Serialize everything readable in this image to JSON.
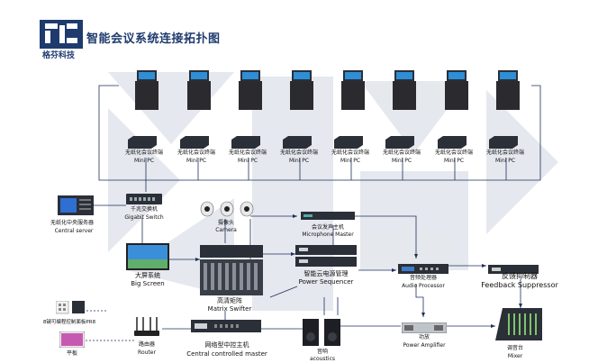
{
  "header": {
    "title": "智能会议系统连接拓扑图",
    "brand": "格芬科技"
  },
  "colors": {
    "brand": "#1f3b6e",
    "line": "#1e2f5c",
    "watermark": "#d9dde6"
  },
  "terminals": [
    {
      "cn": "无纸化会议终端",
      "en": "Mini PC"
    },
    {
      "cn": "无纸化会议终端",
      "en": "Mini PC"
    },
    {
      "cn": "无纸化会议终端",
      "en": "Mini PC"
    },
    {
      "cn": "无纸化会议终端",
      "en": "Mini PC"
    },
    {
      "cn": "无纸化会议终端",
      "en": "Mini PC"
    },
    {
      "cn": "无纸化会议终端",
      "en": "Mini PC"
    },
    {
      "cn": "无纸化会议终端",
      "en": "Mini PC"
    },
    {
      "cn": "无纸化会议终端",
      "en": "Mini PC"
    }
  ],
  "devices": {
    "switch": {
      "cn": "千兆交换机",
      "en": "Gigabit Switch"
    },
    "server": {
      "cn": "无纸化中央服务器",
      "en": "Central server"
    },
    "camera": {
      "cn": "摄像头",
      "en": "Camera"
    },
    "mic_master": {
      "cn": "会议发声主机",
      "en": "Microphone Master"
    },
    "big_screen": {
      "cn": "大屏系统",
      "en": "Big Screen"
    },
    "matrix": {
      "cn": "高清矩阵",
      "en": "Matrix Swifter"
    },
    "power_seq": {
      "cn": "智能云电源管理",
      "en": "Power Sequencer"
    },
    "audio_proc": {
      "cn": "音频处理器",
      "en": "Audio Processor"
    },
    "feedback": {
      "cn": "反馈抑制器",
      "en": "Feedback Suppressor"
    },
    "panel": {
      "cn": "8键可编程控制面板PR8"
    },
    "router": {
      "cn": "路由器",
      "en": "Router"
    },
    "central_ctrl": {
      "cn": "网络型中控主机",
      "en": "Central controlled master"
    },
    "speaker": {
      "cn": "音响",
      "en": "acoustics"
    },
    "amp": {
      "cn": "功放",
      "en": "Power Amplifier"
    },
    "mixer": {
      "cn": "调音台",
      "en": "Mixer"
    },
    "tablet": {
      "cn": "平板"
    }
  }
}
